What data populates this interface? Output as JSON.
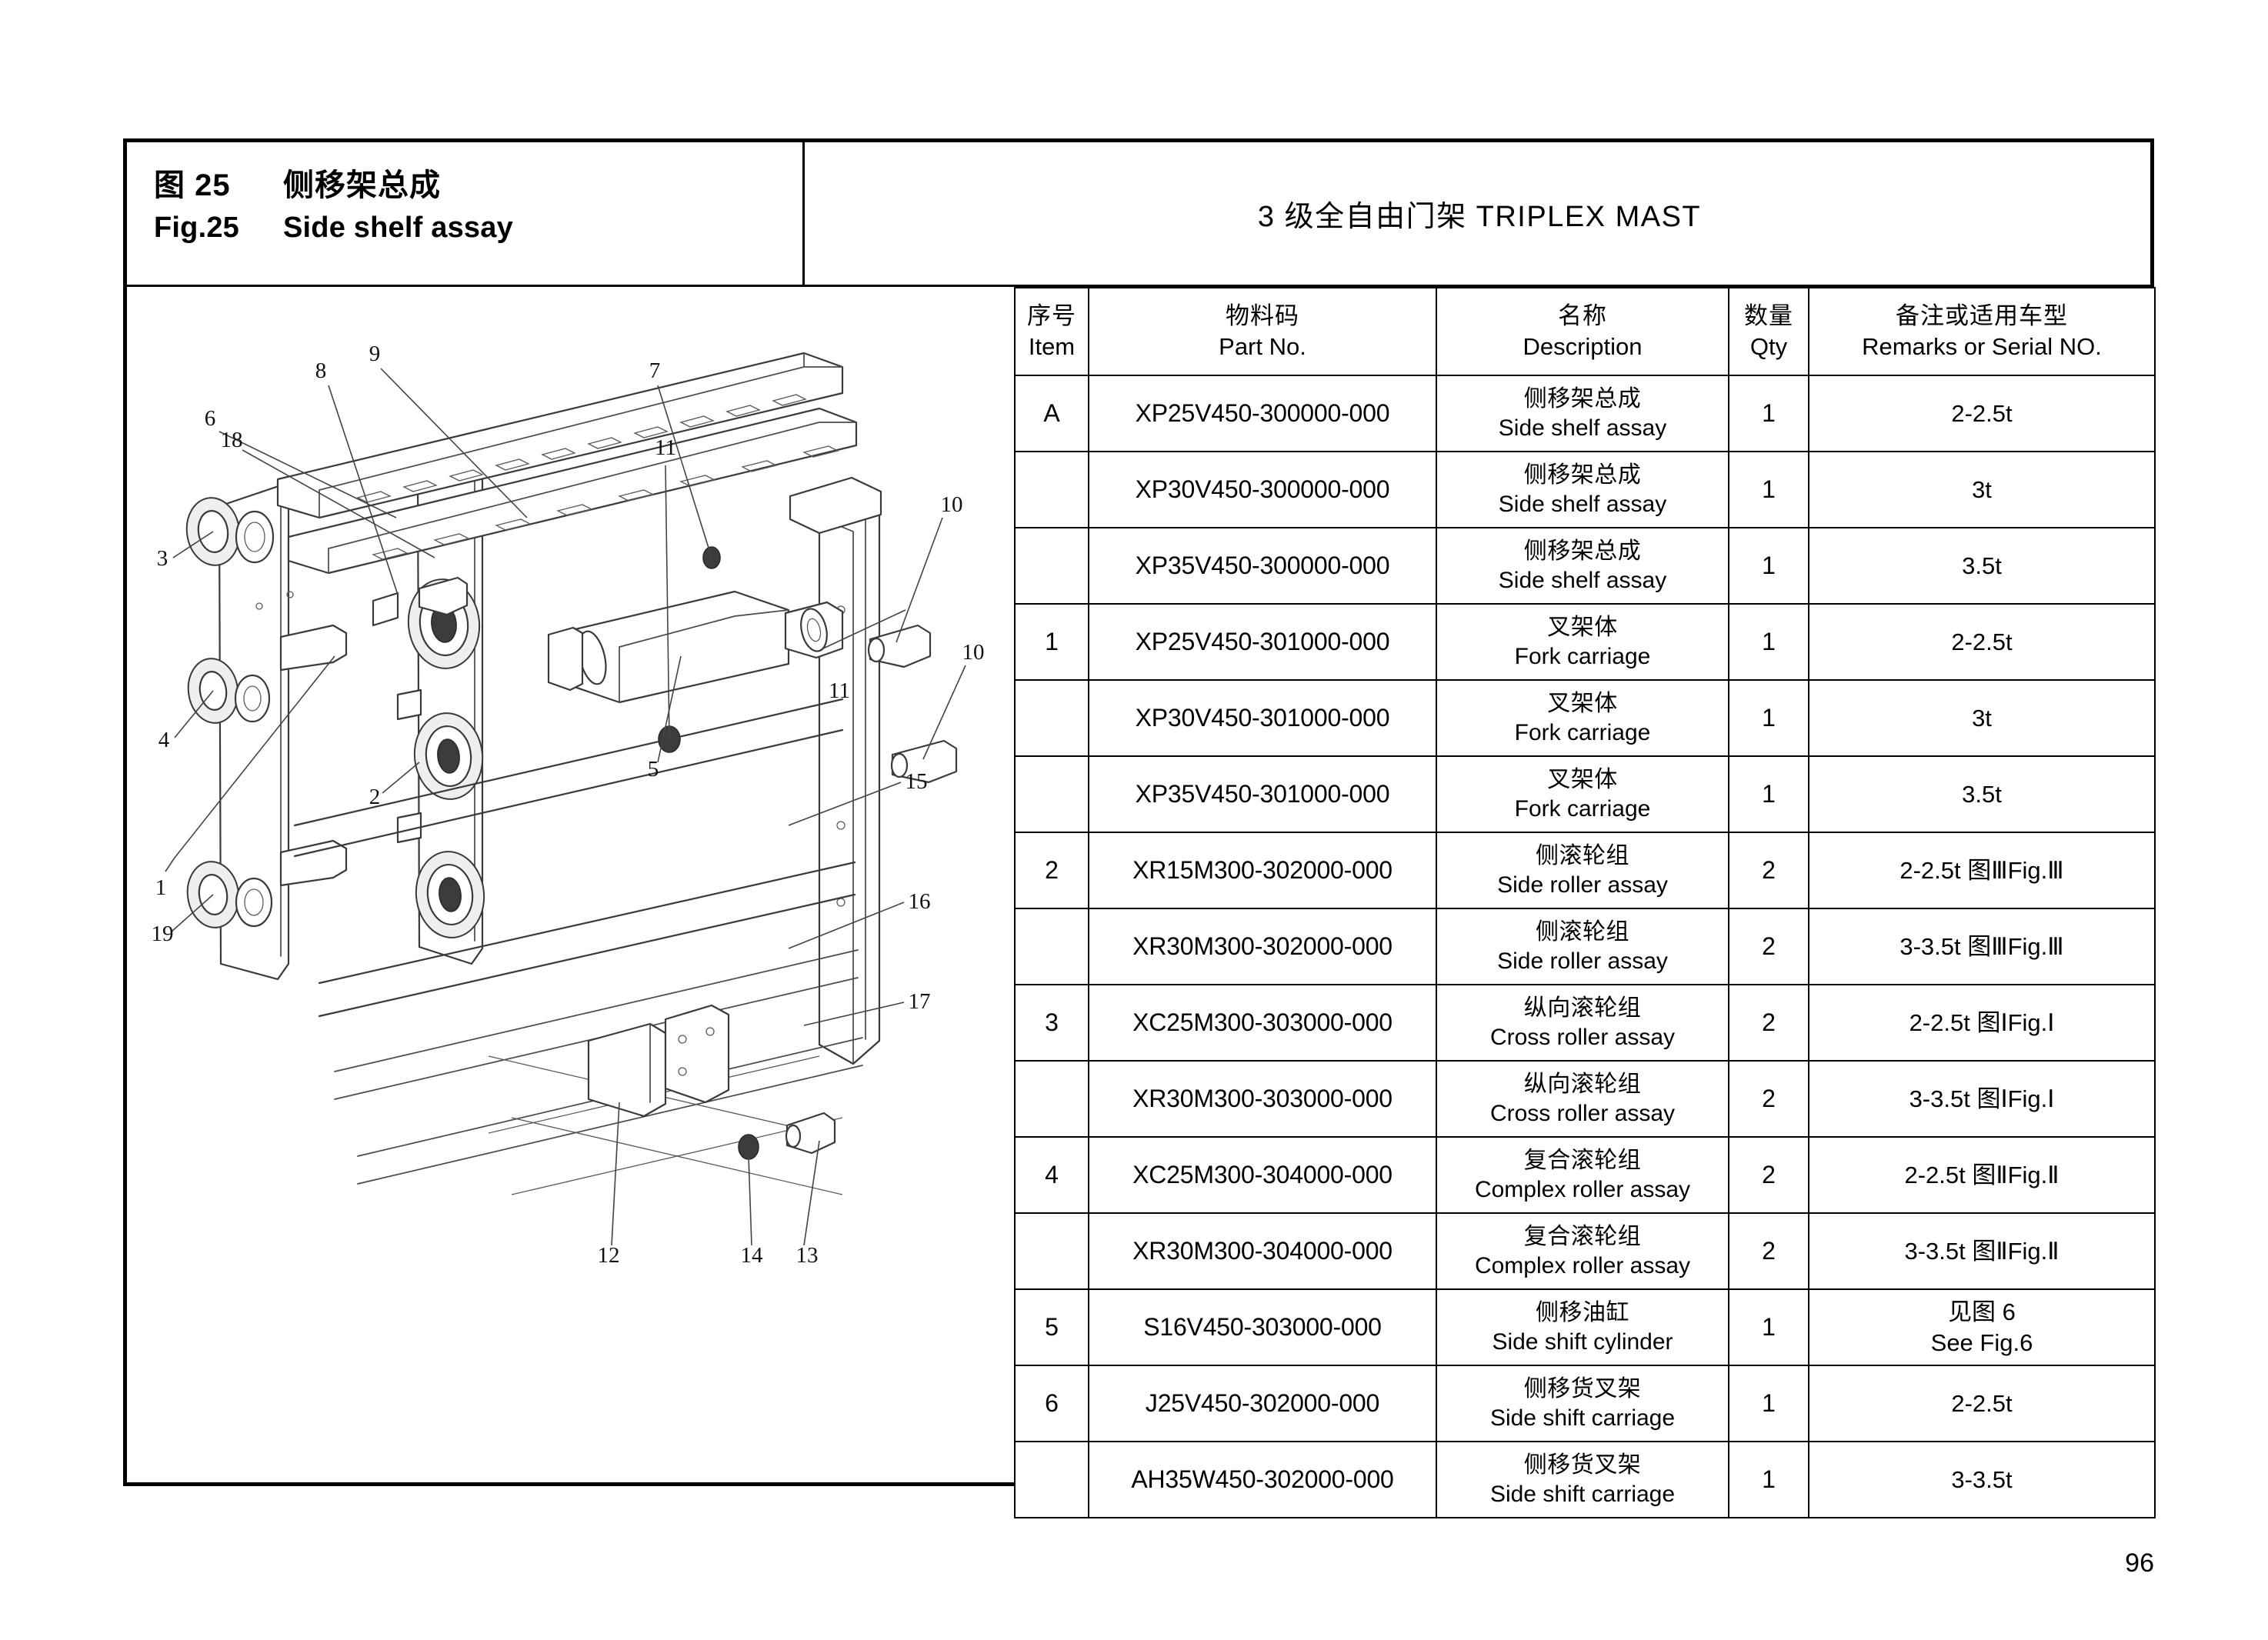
{
  "figure": {
    "cn_label": "图 25",
    "cn_title": "侧移架总成",
    "en_label": "Fig.25",
    "en_title": "Side shelf assay"
  },
  "mast_header": {
    "text": "3 级全自由门架 TRIPLEX MAST"
  },
  "table": {
    "headers": [
      {
        "cn": "序号",
        "en": "Item"
      },
      {
        "cn": "物料码",
        "en": "Part No."
      },
      {
        "cn": "名称",
        "en": "Description"
      },
      {
        "cn": "数量",
        "en": "Qty"
      },
      {
        "cn": "备注或适用车型",
        "en": "Remarks or Serial NO."
      }
    ],
    "rows": [
      {
        "item": "A",
        "part_no": "XP25V450-300000-000",
        "desc_cn": "侧移架总成",
        "desc_en": "Side shelf assay",
        "qty": "1",
        "remarks_1": "2-2.5t",
        "remarks_2": ""
      },
      {
        "item": "",
        "part_no": "XP30V450-300000-000",
        "desc_cn": "侧移架总成",
        "desc_en": "Side shelf assay",
        "qty": "1",
        "remarks_1": "3t",
        "remarks_2": ""
      },
      {
        "item": "",
        "part_no": "XP35V450-300000-000",
        "desc_cn": "侧移架总成",
        "desc_en": "Side shelf assay",
        "qty": "1",
        "remarks_1": "3.5t",
        "remarks_2": ""
      },
      {
        "item": "1",
        "part_no": "XP25V450-301000-000",
        "desc_cn": "叉架体",
        "desc_en": "Fork carriage",
        "qty": "1",
        "remarks_1": "2-2.5t",
        "remarks_2": ""
      },
      {
        "item": "",
        "part_no": "XP30V450-301000-000",
        "desc_cn": "叉架体",
        "desc_en": "Fork carriage",
        "qty": "1",
        "remarks_1": "3t",
        "remarks_2": ""
      },
      {
        "item": "",
        "part_no": "XP35V450-301000-000",
        "desc_cn": "叉架体",
        "desc_en": "Fork carriage",
        "qty": "1",
        "remarks_1": "3.5t",
        "remarks_2": ""
      },
      {
        "item": "2",
        "part_no": "XR15M300-302000-000",
        "desc_cn": "侧滚轮组",
        "desc_en": "Side roller assay",
        "qty": "2",
        "remarks_1": "2-2.5t 图Ⅲ",
        "remarks_2": "Fig.Ⅲ"
      },
      {
        "item": "",
        "part_no": "XR30M300-302000-000",
        "desc_cn": "侧滚轮组",
        "desc_en": "Side roller assay",
        "qty": "2",
        "remarks_1": "3-3.5t 图Ⅲ",
        "remarks_2": "Fig.Ⅲ"
      },
      {
        "item": "3",
        "part_no": "XC25M300-303000-000",
        "desc_cn": "纵向滚轮组",
        "desc_en": "Cross roller assay",
        "qty": "2",
        "remarks_1": "2-2.5t 图Ⅰ",
        "remarks_2": "Fig.Ⅰ"
      },
      {
        "item": "",
        "part_no": "XR30M300-303000-000",
        "desc_cn": "纵向滚轮组",
        "desc_en": "Cross roller assay",
        "qty": "2",
        "remarks_1": "3-3.5t 图Ⅰ",
        "remarks_2": "Fig.Ⅰ"
      },
      {
        "item": "4",
        "part_no": "XC25M300-304000-000",
        "desc_cn": "复合滚轮组",
        "desc_en": "Complex roller assay",
        "qty": "2",
        "remarks_1": "2-2.5t 图Ⅱ",
        "remarks_2": "Fig.Ⅱ"
      },
      {
        "item": "",
        "part_no": "XR30M300-304000-000",
        "desc_cn": "复合滚轮组",
        "desc_en": "Complex roller assay",
        "qty": "2",
        "remarks_1": "3-3.5t 图Ⅱ",
        "remarks_2": "Fig.Ⅱ"
      },
      {
        "item": "5",
        "part_no": "S16V450-303000-000",
        "desc_cn": "侧移油缸",
        "desc_en": "Side shift cylinder",
        "qty": "1",
        "remarks_1": "见图 6",
        "remarks_2": "See Fig.6",
        "remarks_stacked": true
      },
      {
        "item": "6",
        "part_no": "J25V450-302000-000",
        "desc_cn": "侧移货叉架",
        "desc_en": "Side shift carriage",
        "qty": "1",
        "remarks_1": "2-2.5t",
        "remarks_2": ""
      },
      {
        "item": "",
        "part_no": "AH35W450-302000-000",
        "desc_cn": "侧移货叉架",
        "desc_en": "Side shift carriage",
        "qty": "1",
        "remarks_1": "3-3.5t",
        "remarks_2": ""
      }
    ]
  },
  "drawing": {
    "callouts": [
      "1",
      "2",
      "3",
      "4",
      "5",
      "6",
      "7",
      "8",
      "9",
      "10",
      "10",
      "11",
      "11",
      "12",
      "13",
      "14",
      "15",
      "16",
      "17",
      "18",
      "19"
    ]
  },
  "page_number": "96"
}
